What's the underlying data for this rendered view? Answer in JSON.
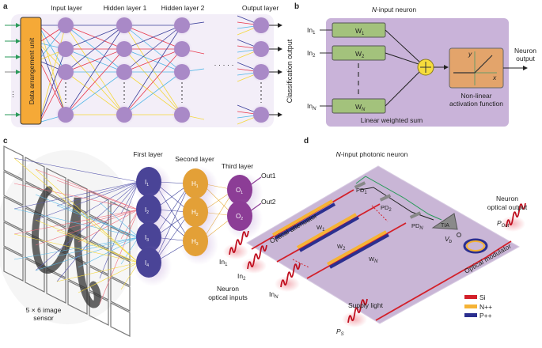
{
  "panel_labels": {
    "a": "a",
    "b": "b",
    "c": "c",
    "d": "d"
  },
  "panel_a": {
    "data_unit": "Data arrangement unit",
    "layers": [
      "Input layer",
      "Hidden layer 1",
      "Hidden layer 2",
      "Output layer"
    ],
    "classification_output": "Classification output",
    "line_colors": [
      "#3a3f9a",
      "#e8364a",
      "#4fb6e6",
      "#f4d83a"
    ],
    "node_color": "#a989c7",
    "unit_color": "#f5a937"
  },
  "panel_b": {
    "title_italic": "N",
    "title_rest": "-input neuron",
    "inputs": [
      {
        "base": "In",
        "sub": "1"
      },
      {
        "base": "In",
        "sub": "2"
      },
      {
        "base": "In",
        "sub": "N"
      }
    ],
    "weights": [
      {
        "base": "W",
        "sub": "1"
      },
      {
        "base": "W",
        "sub": "2"
      },
      {
        "base": "W",
        "sub": "N"
      }
    ],
    "axis_y": "y",
    "axis_x": "x",
    "activation_line1": "Non-linear",
    "activation_line2": "activation function",
    "output_line1": "Neuron",
    "output_line2": "output",
    "linear_sum": "Linear weighted sum",
    "box_color": "#c9b3d9",
    "weight_color": "#a3c27c",
    "activation_color": "#e3a46b",
    "sum_color": "#f6dc3c"
  },
  "panel_c": {
    "layers": [
      "First layer",
      "Second layer",
      "Third layer"
    ],
    "first_nodes": [
      {
        "base": "I",
        "sub": "1"
      },
      {
        "base": "I",
        "sub": "2"
      },
      {
        "base": "I",
        "sub": "3"
      },
      {
        "base": "I",
        "sub": "4"
      }
    ],
    "second_nodes": [
      {
        "base": "H",
        "sub": "1"
      },
      {
        "base": "H",
        "sub": "2"
      },
      {
        "base": "H",
        "sub": "3"
      }
    ],
    "third_nodes": [
      {
        "base": "O",
        "sub": "1"
      },
      {
        "base": "O",
        "sub": "2"
      }
    ],
    "outputs": [
      "Out1",
      "Out2"
    ],
    "sensor_line1": "5 × 6 image",
    "sensor_line2": "sensor",
    "colors": {
      "first": "#4a4497",
      "second": "#e3a037",
      "third": "#8c3d96"
    }
  },
  "panel_d": {
    "title_italic": "N",
    "title_rest": "-input photonic neuron",
    "optical_attenuator": "Optical attenuator",
    "optical_modulator": "Optical modulator",
    "weights": [
      {
        "base": "W",
        "sub": "1"
      },
      {
        "base": "W",
        "sub": "2"
      },
      {
        "base": "W",
        "sub": "N"
      }
    ],
    "photodiodes": [
      {
        "base": "PD",
        "sub": "1"
      },
      {
        "base": "PD",
        "sub": "2"
      },
      {
        "base": "PD",
        "sub": "N"
      }
    ],
    "tia": "TIA",
    "vb": {
      "base": "V",
      "sub": "b"
    },
    "inputs": [
      {
        "base": "In",
        "sub": "1"
      },
      {
        "base": "In",
        "sub": "2"
      },
      {
        "base": "In",
        "sub": "N"
      }
    ],
    "inputs_line1": "Neuron",
    "inputs_line2": "optical inputs",
    "output_line1": "Neuron",
    "output_line2": "optical output",
    "pout": {
      "base": "P",
      "sub": "Out"
    },
    "ps": {
      "base": "P",
      "sub": "S"
    },
    "supply_light": "Supply light",
    "legend": [
      {
        "label": "Si",
        "color": "#d3202a"
      },
      {
        "label": "N++",
        "color": "#f5b335"
      },
      {
        "label": "P++",
        "color": "#2b2f8f"
      }
    ],
    "plate_color": "#c9b6d6"
  }
}
